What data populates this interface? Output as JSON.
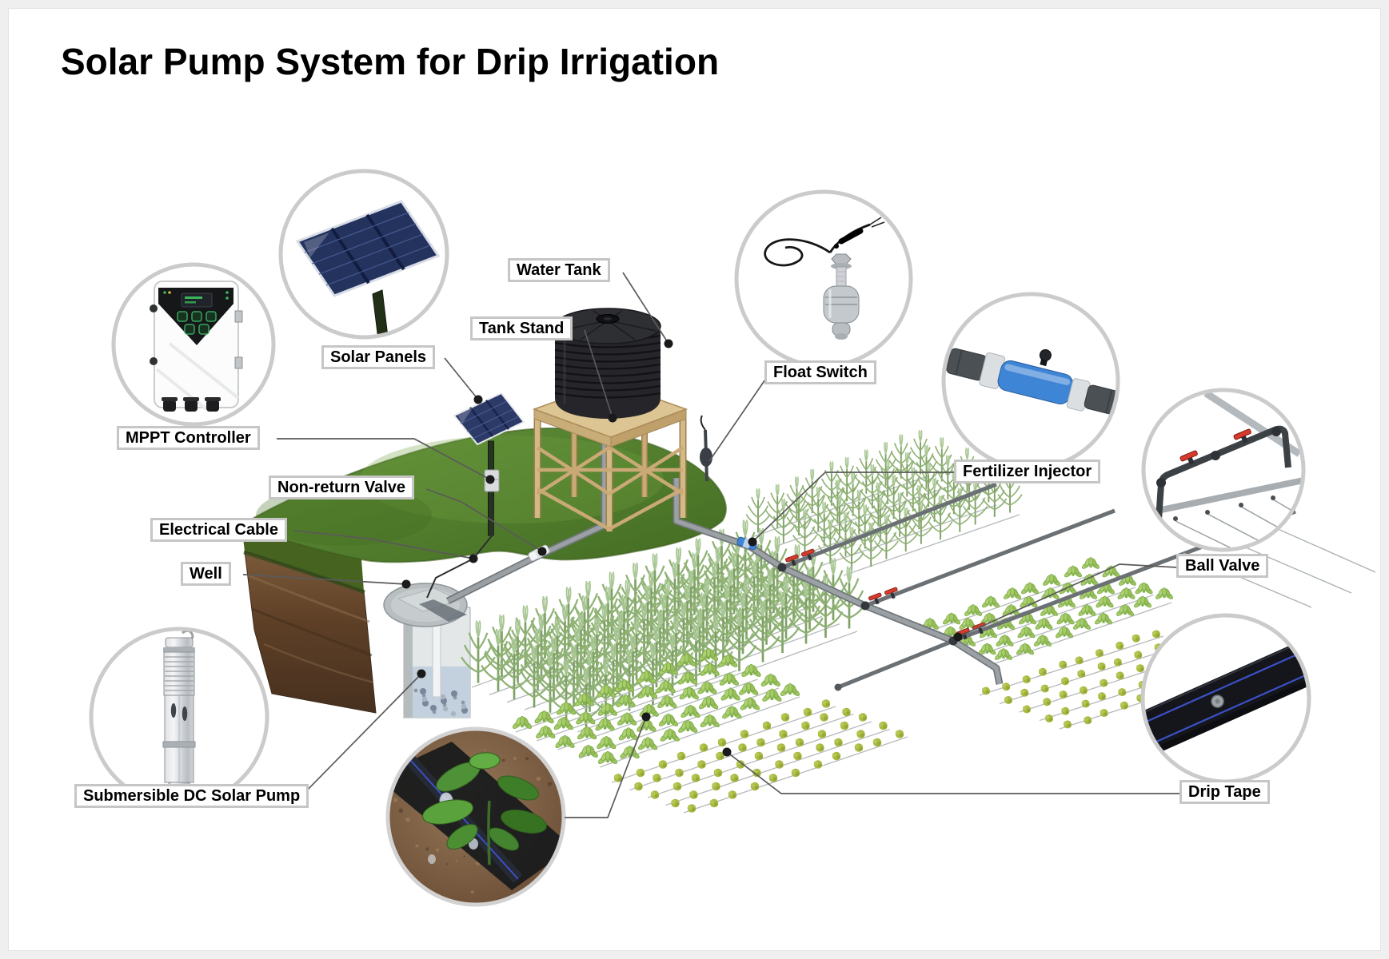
{
  "title": "Solar Pump System for Drip Irrigation",
  "labels": {
    "water_tank": "Water Tank",
    "tank_stand": "Tank Stand",
    "solar_panels": "Solar Panels",
    "mppt_controller": "MPPT Controller",
    "float_switch": "Float Switch",
    "non_return_valve": "Non-return Valve",
    "electrical_cable": "Electrical Cable",
    "well": "Well",
    "fertilizer_injector": "Fertilizer Injector",
    "ball_valve": "Ball Valve",
    "submersible_pump": "Submersible DC Solar Pump",
    "drip_tape": "Drip Tape"
  },
  "colors": {
    "label_border": "#c6c6c6",
    "circle_ring": "#cbcbcb",
    "connector": "#5a5a5a",
    "grass": "#5a8a32",
    "tank_black": "#26262a",
    "wood": "#d9c294",
    "panel_blue": "#24335e",
    "injector_blue": "#3e85d6",
    "valve_red": "#d63a2c",
    "drip_tape_stripe": "#3c50c4"
  }
}
